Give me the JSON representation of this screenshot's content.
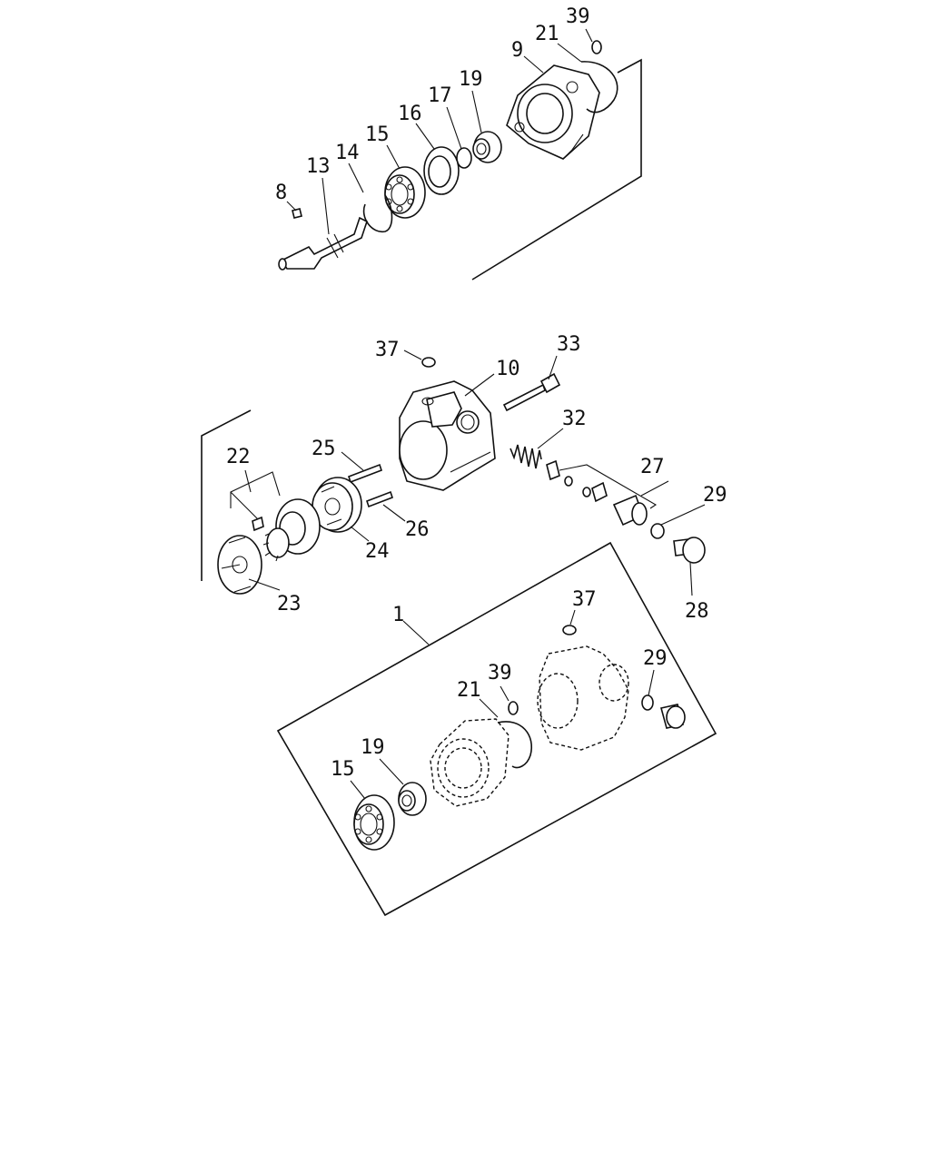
{
  "labels": {
    "l39a": "39",
    "l21a": "21",
    "l9": "9",
    "l19a": "19",
    "l17": "17",
    "l16": "16",
    "l15a": "15",
    "l14": "14",
    "l13": "13",
    "l8": "8",
    "l37a": "37",
    "l10": "10",
    "l33": "33",
    "l32": "32",
    "l25": "25",
    "l22": "22",
    "l27": "27",
    "l29a": "29",
    "l26": "26",
    "l24": "24",
    "l23": "23",
    "l28": "28",
    "l1": "1",
    "l37b": "37",
    "l39b": "39",
    "l21b": "21",
    "l29b": "29",
    "l19b": "19",
    "l15b": "15"
  }
}
